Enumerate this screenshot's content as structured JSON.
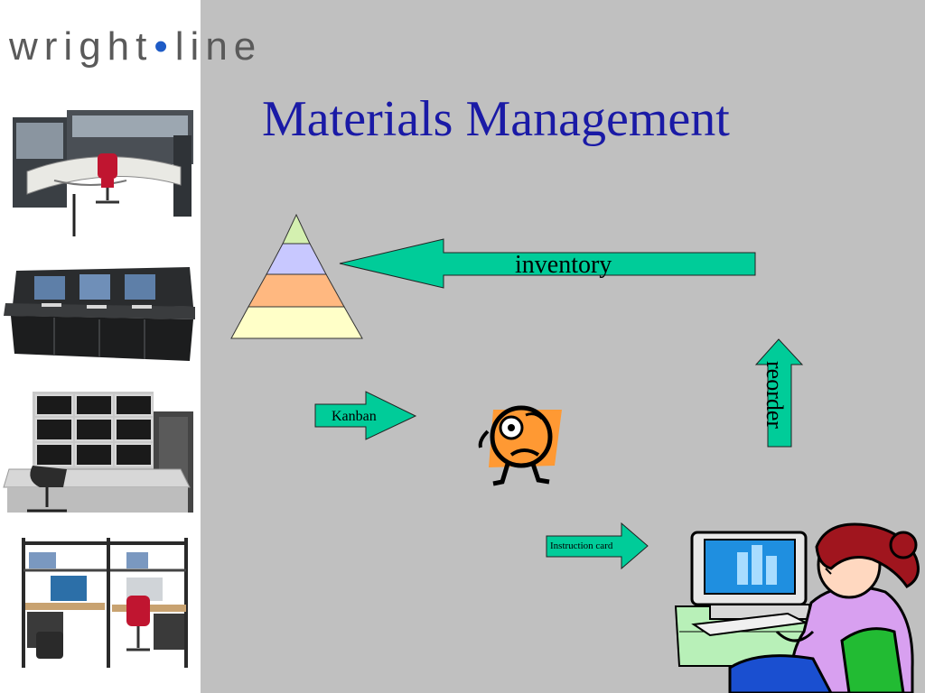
{
  "slide": {
    "logo": {
      "left": "wright",
      "dot": "•",
      "right": "line"
    },
    "title": "Materials Management",
    "labels": {
      "inventory": "inventory",
      "kanban": "Kanban",
      "instruction_card": "Instruction card",
      "reorder": "reorder"
    }
  },
  "colors": {
    "background": "#c0c0c0",
    "title": "#1a1aa6",
    "arrow_fill": "#00cc99",
    "logo_text": "#5a5a5a",
    "logo_dot": "#1e5bc6",
    "pyramid_tiers": [
      "#d4f0b0",
      "#c8c8ff",
      "#ffb880",
      "#ffffc8"
    ]
  },
  "icons": {
    "sidebar_photos": [
      "workstation-icon",
      "console-desk-icon",
      "monitor-wall-icon",
      "lab-bench-icon"
    ],
    "character": "worried-character-icon",
    "computer_user": "person-at-computer-icon"
  }
}
